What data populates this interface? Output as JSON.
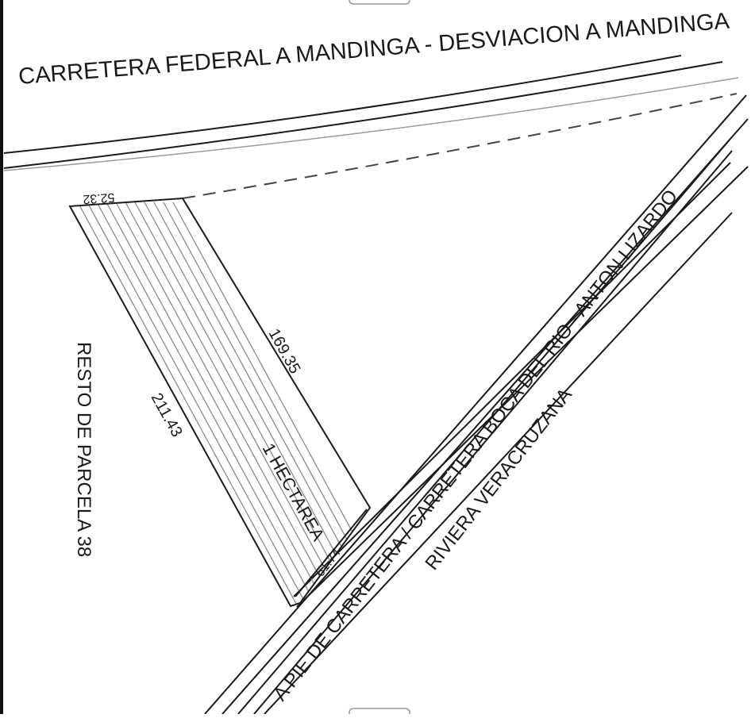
{
  "road_top": {
    "label": "CARRETERA FEDERAL A MANDINGA - DESVIACION A MANDINGA"
  },
  "road_diagonal": {
    "label_outer": "A PIE DE CARRETERA / CARRETERA BOCA DEL RIO - ANTON LIZARDO",
    "label_inner": "RIVIERA VERACRUZANA"
  },
  "parcel": {
    "area_label": "1 HECTAREA",
    "dim_top": "52.32",
    "dim_right": "169.35",
    "dim_left": "211.43",
    "dim_bottom": "61.74"
  },
  "remainder": {
    "label": "RESTO DE PARCELA 38"
  },
  "colors": {
    "line": "#1a1a1a",
    "hatch": "#8a8a8a",
    "dash": "#444444",
    "background": "#ffffff"
  }
}
